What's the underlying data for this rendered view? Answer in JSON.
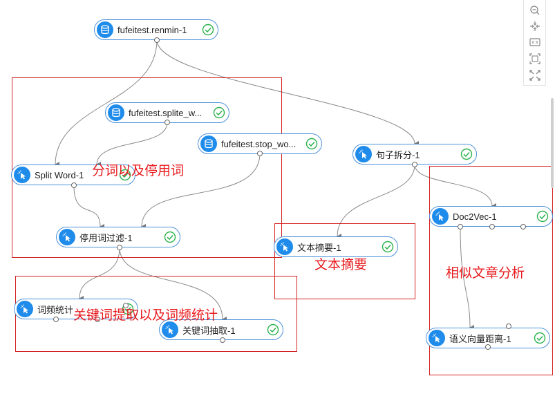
{
  "toolbar": {
    "tools": [
      "zoom-out-icon",
      "fit-view-icon",
      "actual-size-icon",
      "fullscreen-icon",
      "expand-icon"
    ]
  },
  "nodes": {
    "renmin": {
      "label": "fufeitest.renmin-1",
      "icon": "database-icon"
    },
    "splite": {
      "label": "fufeitest.splite_w...",
      "icon": "database-icon"
    },
    "stop": {
      "label": "fufeitest.stop_wo...",
      "icon": "database-icon"
    },
    "split_word": {
      "label": "Split Word-1",
      "icon": "cursor-icon"
    },
    "stopword_filter": {
      "label": "停用词过滤-1",
      "icon": "cursor-icon"
    },
    "sentence_split": {
      "label": "句子拆分-1",
      "icon": "cursor-icon"
    },
    "doc2vec": {
      "label": "Doc2Vec-1",
      "icon": "cursor-icon"
    },
    "summary": {
      "label": "文本摘要-1",
      "icon": "cursor-icon"
    },
    "word_freq": {
      "label": "词频统计",
      "icon": "cursor-icon"
    },
    "keyword": {
      "label": "关键词抽取-1",
      "icon": "cursor-icon"
    },
    "semantic_dist": {
      "label": "语义向量距离-1",
      "icon": "cursor-icon"
    }
  },
  "annotations": {
    "segment": "分词以及停用词",
    "summary": "文本摘要",
    "similarity": "相似文章分析",
    "keyword": "关键词提取以及词频统计"
  },
  "colors": {
    "node_border": "#4a90d9",
    "icon_fill": "#1f8ceb",
    "status_ok": "#2bb24c",
    "annotation": "#e8191c",
    "edge": "#777777"
  }
}
